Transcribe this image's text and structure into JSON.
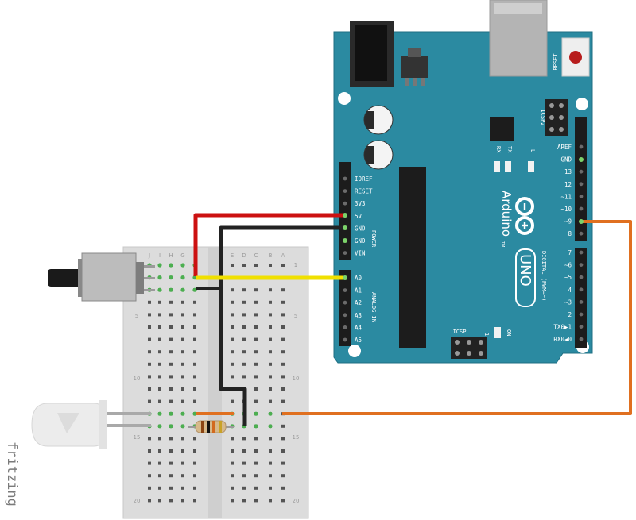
{
  "arduino": {
    "reset_label": "RESET",
    "icsp2_label": "ICSP2",
    "icsp_label": "ICSP",
    "brand_label": "Arduino",
    "tm_label": "TM",
    "model_label": "UNO",
    "led_l_label": "L",
    "led_tx_label": "TX",
    "led_rx_label": "RX",
    "on_label": "ON",
    "one_label": "1",
    "power_section_label": "POWER",
    "analog_section_label": "ANALOG IN",
    "digital_section_label": "DIGITAL (PWM=~)",
    "power_pins": [
      "IOREF",
      "RESET",
      "3V3",
      "5V",
      "GND",
      "GND",
      "VIN"
    ],
    "analog_pins": [
      "A0",
      "A1",
      "A2",
      "A3",
      "A4",
      "A5"
    ],
    "digital_pins_top": [
      "AREF",
      "GND",
      "13",
      "12",
      "~11",
      "~10",
      "~9",
      "8"
    ],
    "digital_pins_bottom": [
      "7",
      "~6",
      "~5",
      "4",
      "~3",
      "2",
      "TX0▶1",
      "RX0◀0"
    ]
  },
  "breadboard": {
    "columns_left": [
      "J",
      "I",
      "H",
      "G",
      "F"
    ],
    "columns_right": [
      "E",
      "D",
      "C",
      "B",
      "A"
    ],
    "row_numbers": [
      "1",
      "5",
      "10",
      "15",
      "20"
    ]
  },
  "wires": {
    "power_color": "#cc1111",
    "ground_color": "#222222",
    "signal_color": "#f0e000",
    "pwm_color": "#e07020"
  },
  "watermark": "fritzing"
}
